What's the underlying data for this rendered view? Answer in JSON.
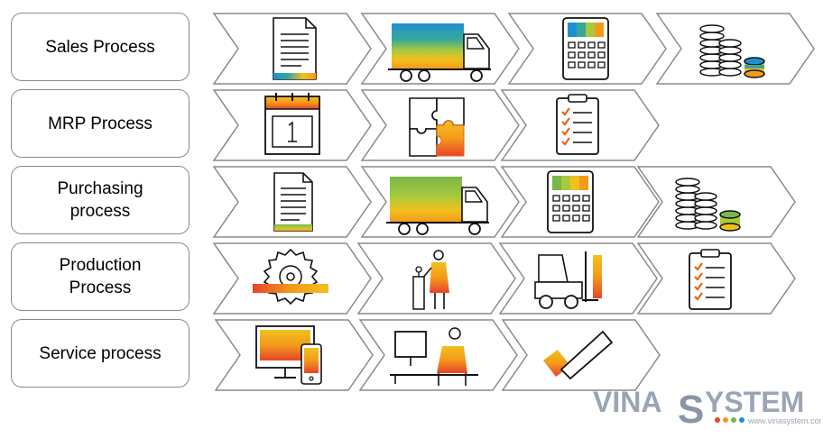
{
  "processes": [
    {
      "label": "Sales Process",
      "steps": [
        "document-icon",
        "delivery-truck-icon",
        "calculator-icon",
        "coins-icon"
      ]
    },
    {
      "label": "MRP Process",
      "steps": [
        "calendar-icon",
        "puzzle-icon",
        "checklist-clipboard-icon"
      ]
    },
    {
      "label": "Purchasing\nprocess",
      "steps": [
        "document-icon",
        "delivery-truck-icon",
        "calculator-icon",
        "coins-icon"
      ]
    },
    {
      "label": "Production\nProcess",
      "steps": [
        "circular-saw-icon",
        "worker-icon",
        "forklift-icon",
        "checklist-clipboard-icon"
      ]
    },
    {
      "label": "Service process",
      "steps": [
        "monitor-phone-icon",
        "desk-worker-icon",
        "checkmark-icon"
      ]
    }
  ],
  "watermark": {
    "brand_left": "VINA",
    "brand_s": "S",
    "brand_right": "YSTEM",
    "url": "www.vinasystem.com"
  },
  "colors": {
    "border": "#8a8a8a",
    "icon": "#111111",
    "blue": "#1f8fd1",
    "teal": "#35a89a",
    "green": "#7ab648",
    "lime": "#a9c93c",
    "yellow": "#f2c01d",
    "orange": "#f39a1b",
    "darkorange": "#e8641b",
    "red": "#e8432a",
    "watermark": "#9aa5b4"
  }
}
